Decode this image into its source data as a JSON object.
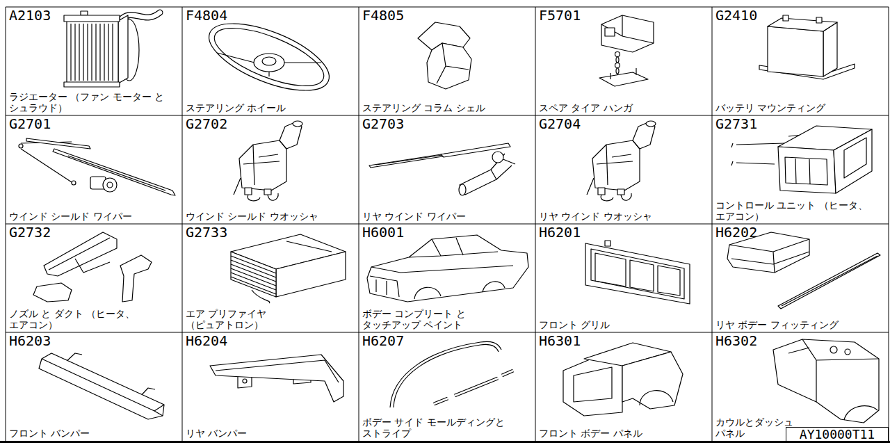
{
  "diagram": {
    "nodes": [
      {
        "text": [
          "A2103",
          "ラジエーター （ファン モーター と シュラウド）"
        ]
      },
      {
        "text": [
          "F4804",
          "ステアリング ホイール"
        ]
      },
      {
        "text": [
          "F4805",
          "ステアリング コラム シェル"
        ]
      },
      {
        "text": [
          "F5701",
          "スペア タイア ハンガ"
        ]
      },
      {
        "text": [
          "G2410",
          "バッテリ マウンティング"
        ]
      },
      {
        "text": [
          "G2701",
          "ウインド シールド ワイパー"
        ]
      },
      {
        "text": [
          "G2702",
          "ウインド シールド ウオッシャ"
        ]
      },
      {
        "text": [
          "G2703",
          "リヤ ウインド ワイパー"
        ]
      },
      {
        "text": [
          "G2704",
          "リヤ ウインド ウオッシャ"
        ]
      },
      {
        "text": [
          "G2731",
          "コントロール ユニット （ヒータ、エアコン）"
        ]
      },
      {
        "text": [
          "G2732",
          "ノズル と ダクト （ヒータ、エアコン）"
        ]
      },
      {
        "text": [
          "G2733",
          "エア プリファイヤ （ピュアトロン）"
        ]
      },
      {
        "text": [
          "H6001",
          "ボデー コンプリート と タッチアップ ペイント"
        ]
      },
      {
        "text": [
          "H6201",
          "フロント グリル"
        ]
      },
      {
        "text": [
          "H6202",
          "リヤ ボデー フィッティング"
        ]
      },
      {
        "text": [
          "H6203",
          "フロント バンパー"
        ]
      },
      {
        "text": [
          "H6204",
          "リヤ バンパー"
        ]
      },
      {
        "text": [
          "H6207",
          "ボデー サイド モールディングと ストライプ"
        ]
      },
      {
        "text": [
          "H6301",
          "フロント ボデー パネル"
        ]
      },
      {
        "text": [
          "H6302",
          "カウルとダッシュ パネル"
        ]
      },
      {
        "text": [
          "AY10000T11"
        ]
      }
    ]
  }
}
